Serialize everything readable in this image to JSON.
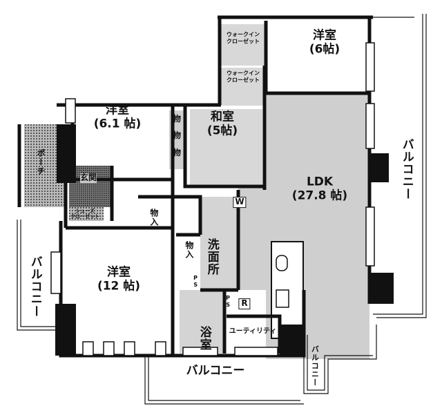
{
  "rooms": {
    "western_6": {
      "name": "洋室",
      "size": "(6帖)"
    },
    "wic_1": {
      "l1": "ウォークイン",
      "l2": "クローゼット"
    },
    "wic_2": {
      "l1": "ウォークイン",
      "l2": "クローゼット"
    },
    "western_61": {
      "name": "洋室",
      "size": "(6.1 帖)"
    },
    "storage_small": [
      "物",
      "物",
      "物"
    ],
    "japanese_5": {
      "name": "和室",
      "size": "(5帖)"
    },
    "ldk": {
      "name": "LDK",
      "size": "(27.8 帖)"
    },
    "entrance": "玄関",
    "porch": "ポーチ",
    "shoe_closet": {
      "l1": "シューズ",
      "l2": "クローゼット"
    },
    "storage_1": "物入",
    "storage_2": "物入",
    "washroom": "洗面所",
    "western_12": {
      "name": "洋室",
      "size": "(12 帖)"
    },
    "bathroom": "浴室",
    "utility": "ユーティリティ",
    "ps_1": "PS",
    "ps_2": "PS",
    "fridge": "R",
    "washer": "W"
  },
  "balconies": {
    "right": "バルコニー",
    "left": "バルコニー",
    "bottom": "バルコニー",
    "bottom_small": "バルコニー"
  },
  "colors": {
    "wall": "#111111",
    "floor_gray": "#cfcfcf",
    "hatch": "#555555"
  }
}
